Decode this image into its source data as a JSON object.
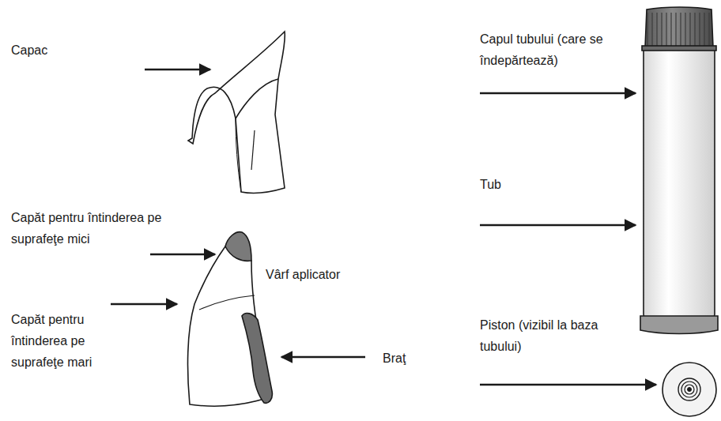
{
  "diagram": {
    "labels": [
      "Capac",
      "Capăt pentru întinderea pe suprafeţe mici",
      "Vârf aplicator",
      "Capăt pentru întinderea pe suprafeţe mari",
      "Braţ",
      "Capul tubului (care se îndepărtează)",
      "Tub",
      "Piston (vizibil la baza tubului)"
    ]
  }
}
